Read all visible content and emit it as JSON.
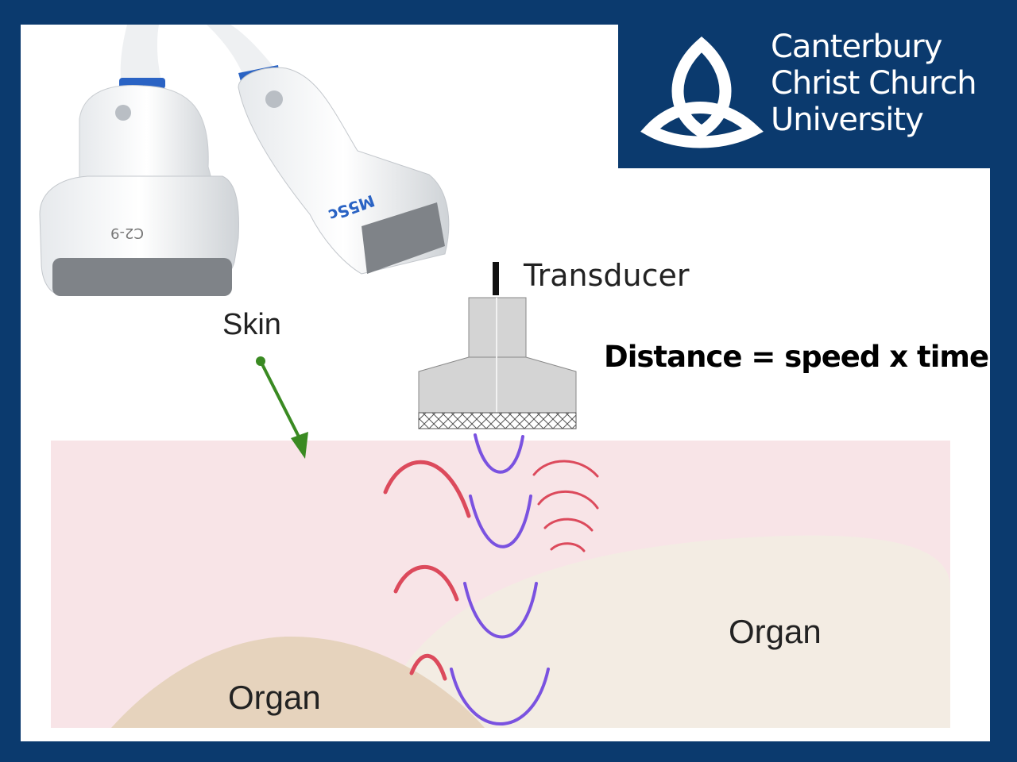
{
  "logo": {
    "lines": [
      "Canterbury",
      "Christ Church",
      "University"
    ],
    "brand_color": "#0b3a6e"
  },
  "probes": {
    "left_model": "C2-9",
    "right_model": "M5Sc"
  },
  "labels": {
    "transducer": "Transducer",
    "skin": "Skin",
    "organ_right": "Organ",
    "organ_left": "Organ",
    "formula": "Distance = speed x time"
  },
  "colors": {
    "tissue": "#f8e4e7",
    "organ_left": "#e6d3bd",
    "organ_right": "#f3ece3",
    "wave_red": "#dc4a5c",
    "wave_purple": "#7a52e0",
    "arrow_green": "#3a8a22"
  }
}
